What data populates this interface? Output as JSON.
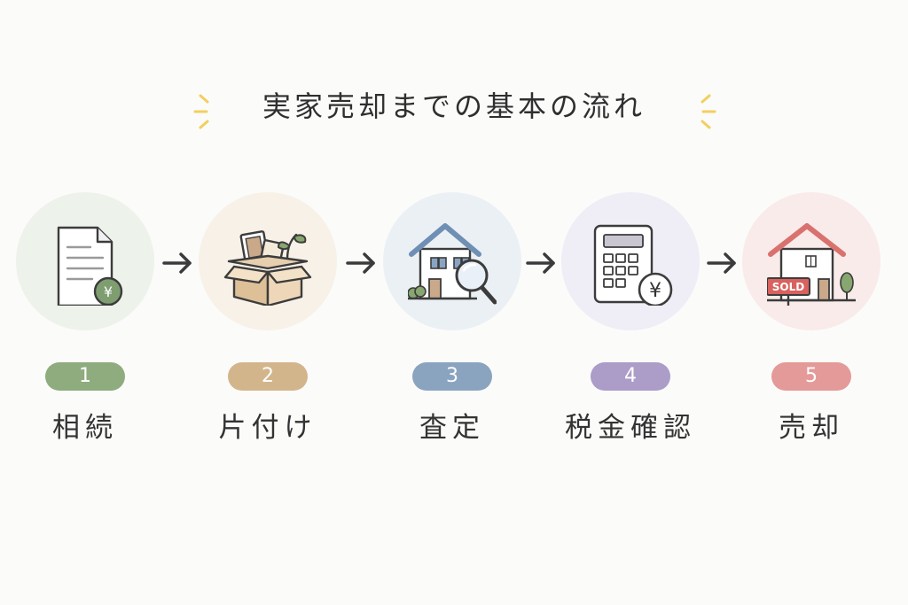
{
  "title": "実家売却までの基本の流れ",
  "colors": {
    "title_underline": "#f6e3a0",
    "spark": "#f2cf5e",
    "arrow": "#3b3b3b"
  },
  "steps": [
    {
      "number": "1",
      "label": "相続",
      "badge_color": "#8eac7e",
      "circle_color": "#edf2ea",
      "icon": "document-yen-icon"
    },
    {
      "number": "2",
      "label": "片付け",
      "badge_color": "#d3b58c",
      "circle_color": "#f7f1e8",
      "icon": "cardboard-box-icon"
    },
    {
      "number": "3",
      "label": "査定",
      "badge_color": "#8aa4c0",
      "circle_color": "#ebf0f4",
      "icon": "house-magnifier-icon"
    },
    {
      "number": "4",
      "label": "税金確認",
      "badge_color": "#ac9cc8",
      "circle_color": "#efedf5",
      "icon": "calculator-yen-icon"
    },
    {
      "number": "5",
      "label": "売却",
      "badge_color": "#e49a98",
      "circle_color": "#f9ebea",
      "icon": "house-sold-icon"
    }
  ],
  "sold_sign": "SOLD",
  "yen_symbol": "¥"
}
